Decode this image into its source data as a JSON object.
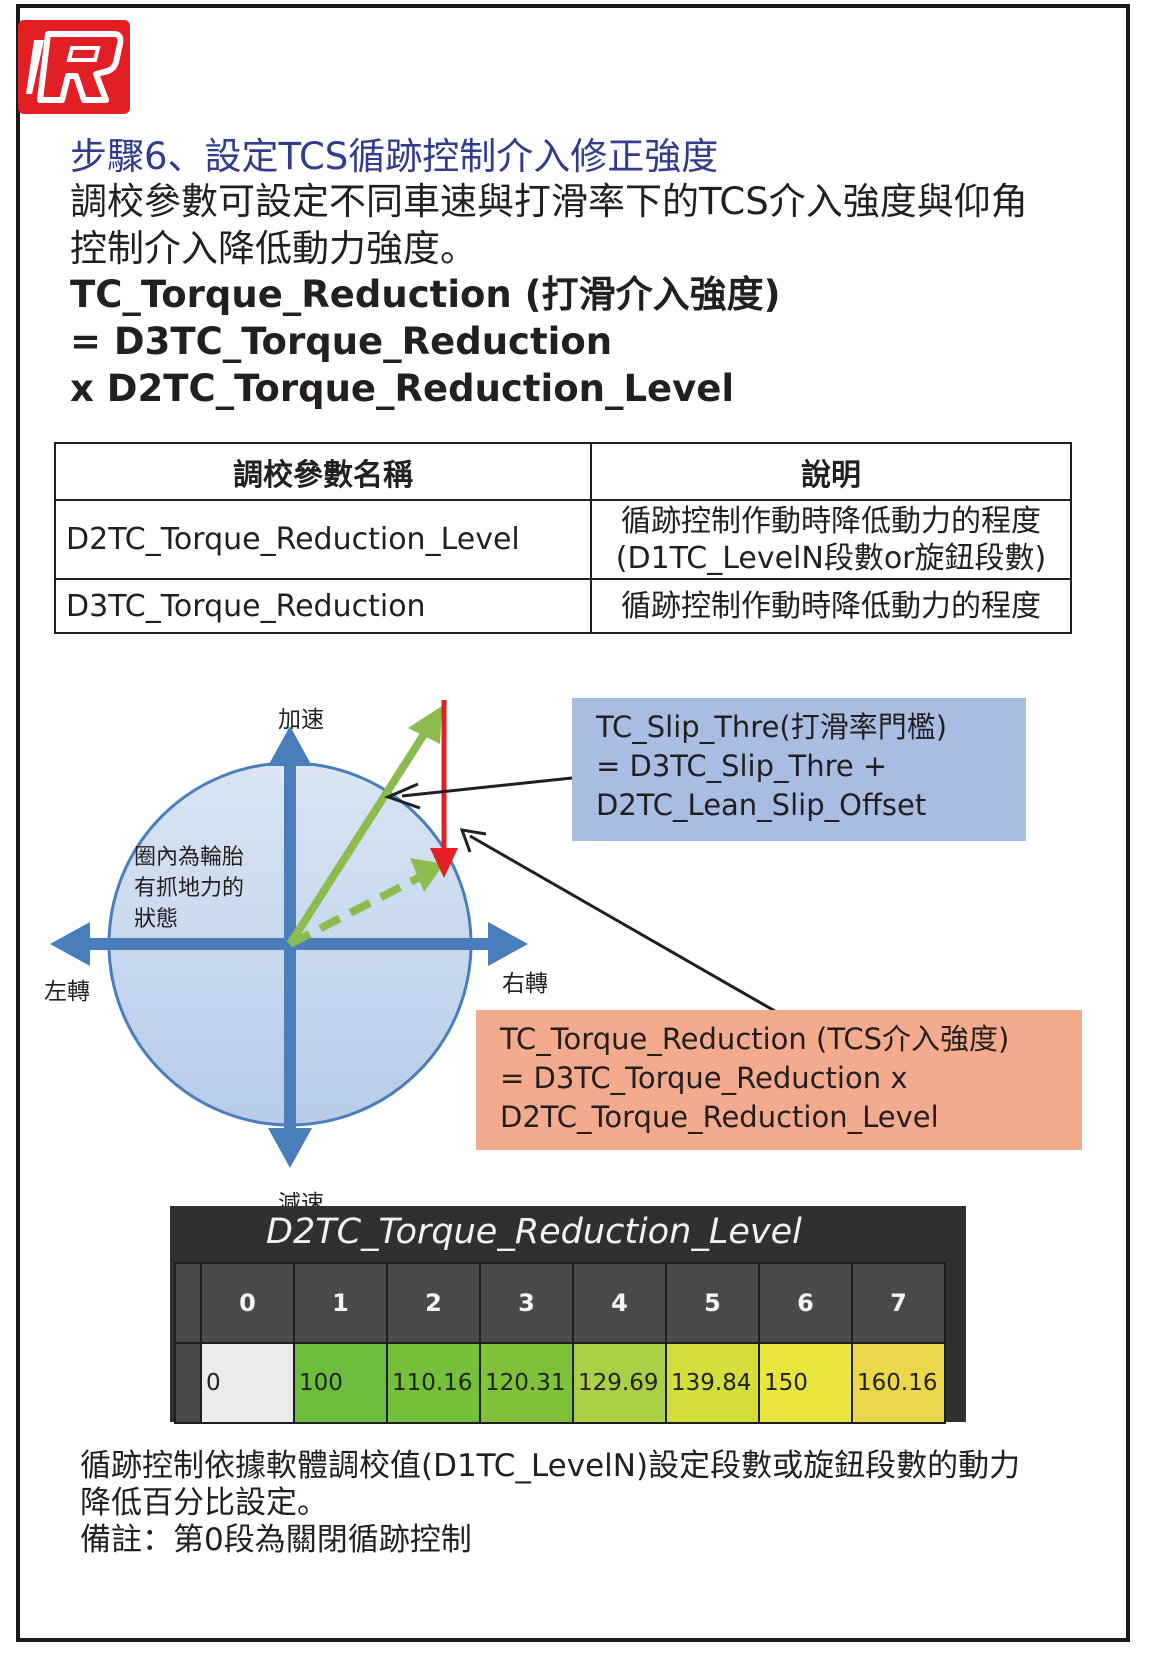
{
  "header": {
    "step_title": "步驟6、設定TCS循跡控制介入修正強度",
    "intro_lines": [
      "調校參數可設定不同車速與打滑率下的TCS介入強度與仰角",
      "控制介入降低動力強度。"
    ],
    "formula_lines": [
      "TC_Torque_Reduction (打滑介入強度)",
      "= D3TC_Torque_Reduction",
      "x D2TC_Torque_Reduction_Level"
    ]
  },
  "param_table": {
    "col_name": "調校參數名稱",
    "col_desc": "說明",
    "rows": [
      {
        "name": "D2TC_Torque_Reduction_Level",
        "desc_lines": [
          "循跡控制作動時降低動力的程度",
          "(D1TC_LevelN段數or旋鈕段數)"
        ]
      },
      {
        "name": "D3TC_Torque_Reduction",
        "desc_lines": [
          "循跡控制作動時降低動力的程度"
        ]
      }
    ]
  },
  "diagram": {
    "axis_top": "加速",
    "axis_bottom": "減速",
    "axis_left": "左轉",
    "axis_right": "右轉",
    "inside_lines": [
      "圈內為輪胎",
      "有抓地力的",
      "狀態"
    ],
    "slip_box_lines": [
      "TC_Slip_Thre(打滑率門檻)",
      "= D3TC_Slip_Thre +",
      "D2TC_Lean_Slip_Offset"
    ],
    "torque_box_lines": [
      "TC_Torque_Reduction (TCS介入強度)",
      "= D3TC_Torque_Reduction x",
      "D2TC_Torque_Reduction_Level"
    ],
    "colors": {
      "circle_fill": "#c9d8ee",
      "axis": "#4a7ebb",
      "vector": "#8cbc4f",
      "reduction": "#e31e24"
    }
  },
  "level_panel": {
    "title": "D2TC_Torque_Reduction_Level",
    "headers": [
      "0",
      "1",
      "2",
      "3",
      "4",
      "5",
      "6",
      "7"
    ],
    "values": [
      "0",
      "100",
      "110.16",
      "120.31",
      "129.69",
      "139.84",
      "150",
      "160.16"
    ],
    "cell_colors": [
      "#ebebeb",
      "#6cbd3d",
      "#74c03b",
      "#7fc23a",
      "#a9d046",
      "#d4df3e",
      "#e9e53f",
      "#ecd64a"
    ]
  },
  "footer": {
    "lines": [
      "循跡控制依據軟體調校值(D1TC_LevelN)設定段數或旋鈕段數的動力",
      "降低百分比設定。",
      "備註：第0段為關閉循跡控制"
    ]
  }
}
